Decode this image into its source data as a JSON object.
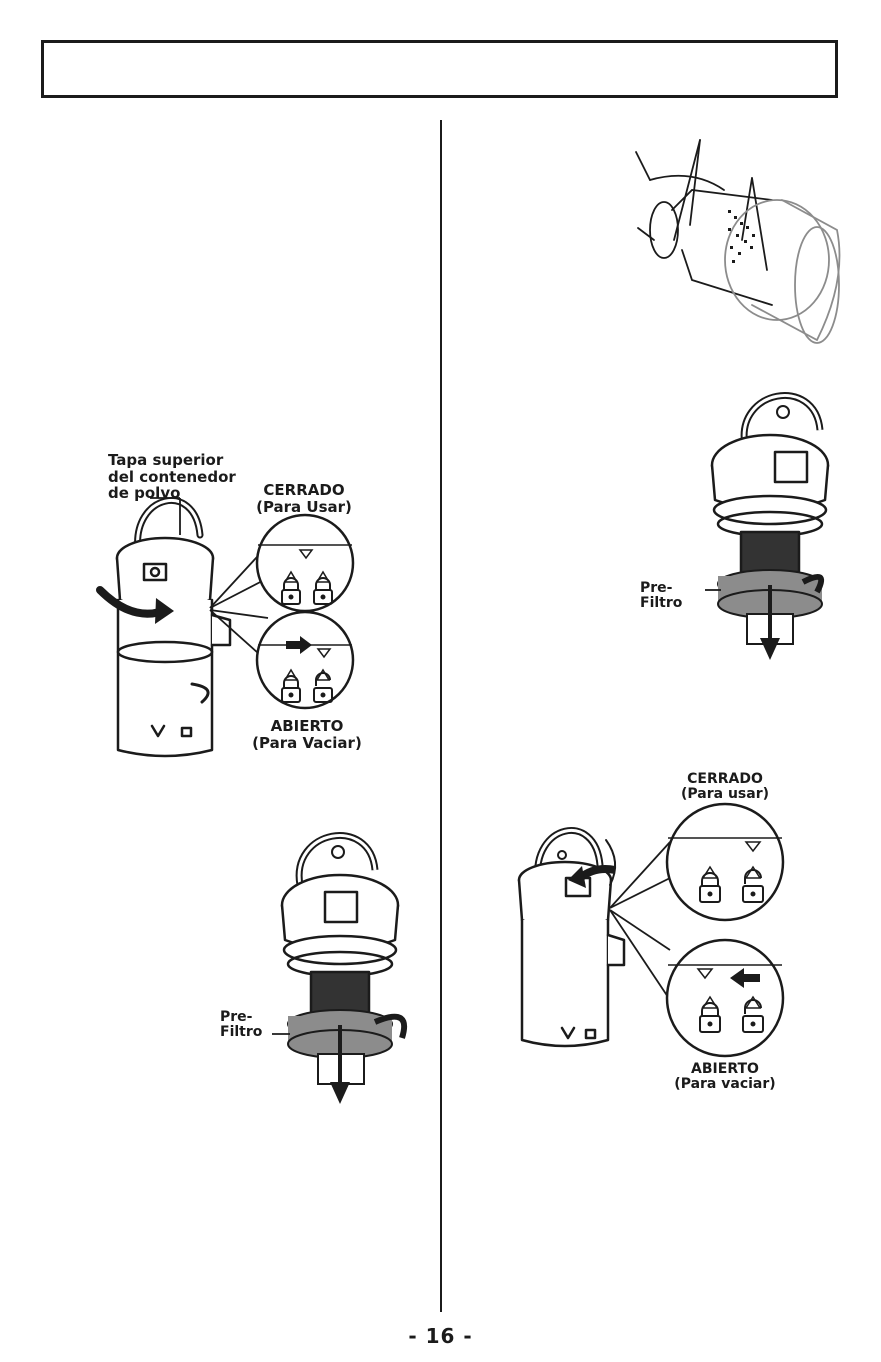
{
  "figure1": {
    "callout_top_cover": [
      "Tapa superior",
      "del contenedor",
      "de polvo"
    ],
    "locked": {
      "status": "CERRADO",
      "hint": "(Para Usar)"
    },
    "unlocked": {
      "status": "ABIERTO",
      "hint": "(Para Vaciar)"
    },
    "lock_icons": [
      "lock-closed-icon",
      "lock-open-icon"
    ]
  },
  "figure3": {
    "prefilter_label": [
      "Pre-",
      "Filtro"
    ]
  },
  "figure4": {
    "prefilter_label": [
      "Pre-",
      "Filtro"
    ]
  },
  "figure5": {
    "locked": {
      "status": "CERRADO",
      "hint": "(Para usar)"
    },
    "unlocked": {
      "status": "ABIERTO",
      "hint": "(Para vaciar)"
    }
  },
  "footer": {
    "page_number": "- 16 -"
  },
  "colors": {
    "ink": "#1b1b1b",
    "prefilter_gray": "#8c8c8c",
    "paper": "#ffffff"
  }
}
